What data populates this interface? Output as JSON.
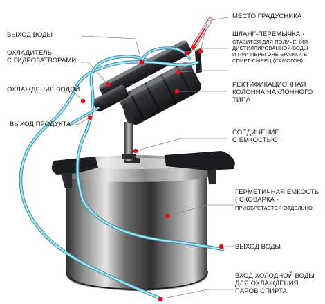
{
  "labels": {
    "thermometer_place": [
      "МЕСТО ГРАДУСНИКА"
    ],
    "water_outlet_top": [
      "ВЫХОД ВОДЫ"
    ],
    "cooler": [
      "ОХЛАДИТЕЛЬ",
      "С ГИДРОЗАТВОРАМИ"
    ],
    "water_cooling": [
      "ОХЛАЖДЕНИЕ ВОДОЙ"
    ],
    "product_outlet": [
      "ВЫХОД ПРОДУКТА"
    ],
    "jumper_hose_title": [
      "ШЛАНГ-ПЕРЕМЫЧКА -"
    ],
    "jumper_hose_desc": [
      "СТАВИТСЯ ДЛЯ ПОЛУЧЕНИЯ",
      "ДИСТИЛЛИРОВАННОЙ ВОДЫ",
      "И ПРИ ПЕРЕГОНЕ БРАЖКИ В",
      "СПИРТ-СЫРЕЦ (САМОГОН)."
    ],
    "column": [
      "РЕКТИФИКАЦИОННАЯ",
      "КОЛОННА НАКЛОННОГО",
      "ТИПА"
    ],
    "connection": [
      "СОЕДИНЕНИЕ",
      "С ЕМКОСТЬЮ"
    ],
    "vessel": [
      "ГЕРМЕТИЧНАЯ ЕМКОСТЬ",
      "( СКОВАРКА -"
    ],
    "vessel_note": [
      "ПРИОБРЕТАЕТСЯ ОТДЕЛЬНО )"
    ],
    "water_outlet_bottom": [
      "ВЫХОД ВОДЫ"
    ],
    "cold_water_inlet": [
      "ВХОД ХОЛОДНОЙ ВОДЫ",
      "ДЛЯ ОХЛАЖДЕНИЯ",
      "ПАРОВ СПИРТА"
    ]
  },
  "colors": {
    "marker": "#e01020",
    "leader": "#8a8a8a",
    "hose": "#8fd6e6",
    "hose_edge": "#3a8fa8",
    "column_dark": "#2a2c30",
    "steel_light": "#d8d8d8",
    "steel_dark": "#3c3c3c",
    "handle": "#1b1c1f"
  }
}
